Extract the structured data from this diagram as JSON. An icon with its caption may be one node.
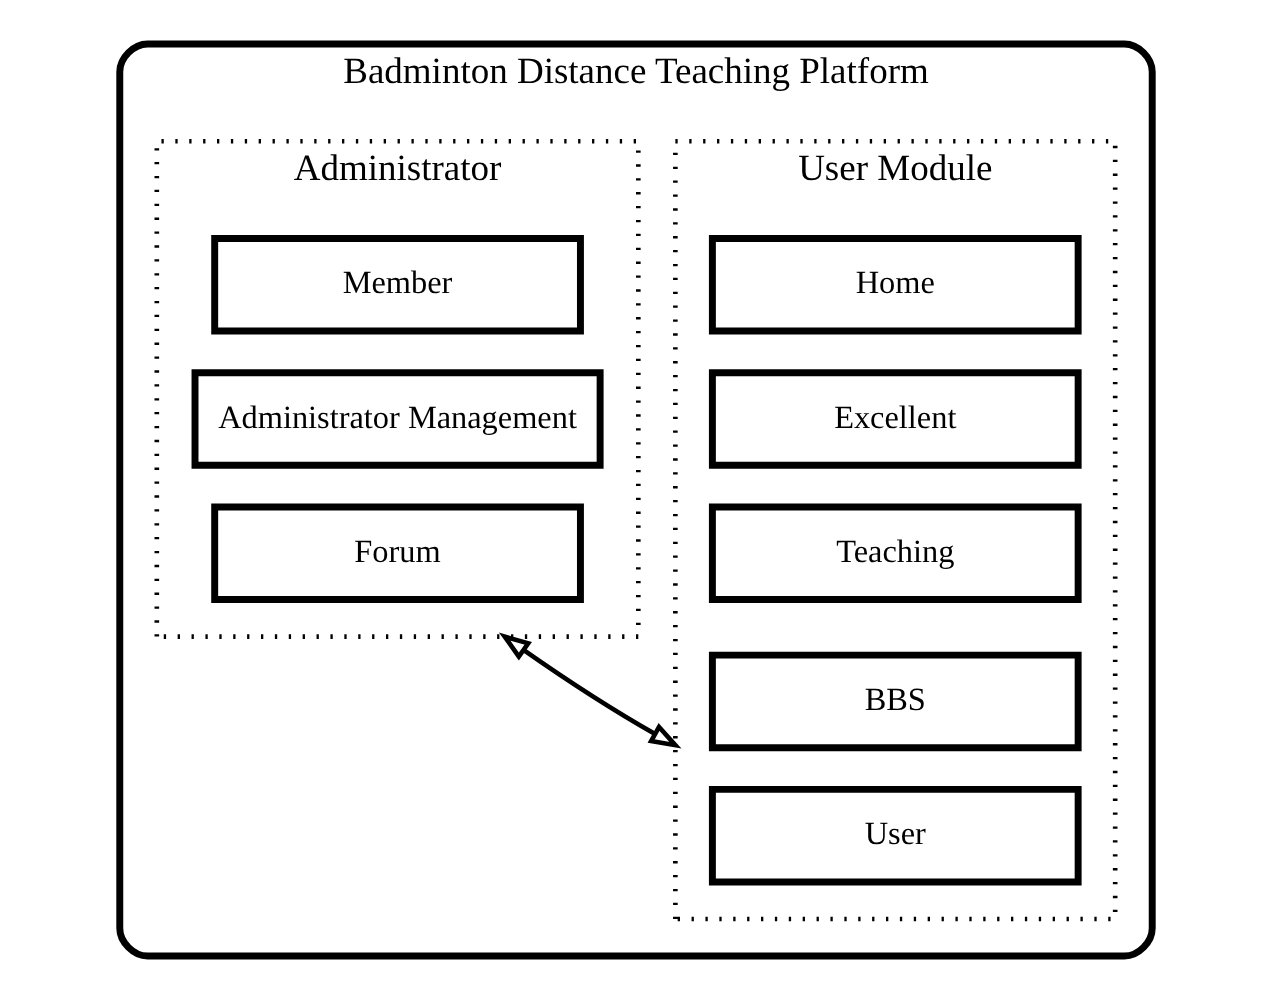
{
  "diagram": {
    "nodes": [
      {
        "text": [
          "Badminton Distance Teaching Platform"
        ]
      },
      {
        "text": [
          "User Module"
        ],
        "in": 0
      },
      {
        "text": [
          "Home"
        ],
        "in": 1
      },
      {
        "text": [
          "Excellent"
        ],
        "in": 1
      },
      {
        "text": [
          "Teaching"
        ],
        "in": 1
      },
      {
        "text": [
          "BBS"
        ],
        "in": 1
      },
      {
        "text": [
          "User"
        ],
        "in": 1
      },
      {
        "text": [
          "Administrator"
        ],
        "in": 0
      },
      {
        "text": [
          "Member"
        ],
        "in": 7
      },
      {
        "text": [
          "Administrator Management"
        ],
        "in": 7
      },
      {
        "text": [
          "Forum"
        ],
        "in": 7
      }
    ],
    "edges": [
      {
        "from": 1,
        "to": 7,
        "arrow": "both"
      }
    ]
  }
}
